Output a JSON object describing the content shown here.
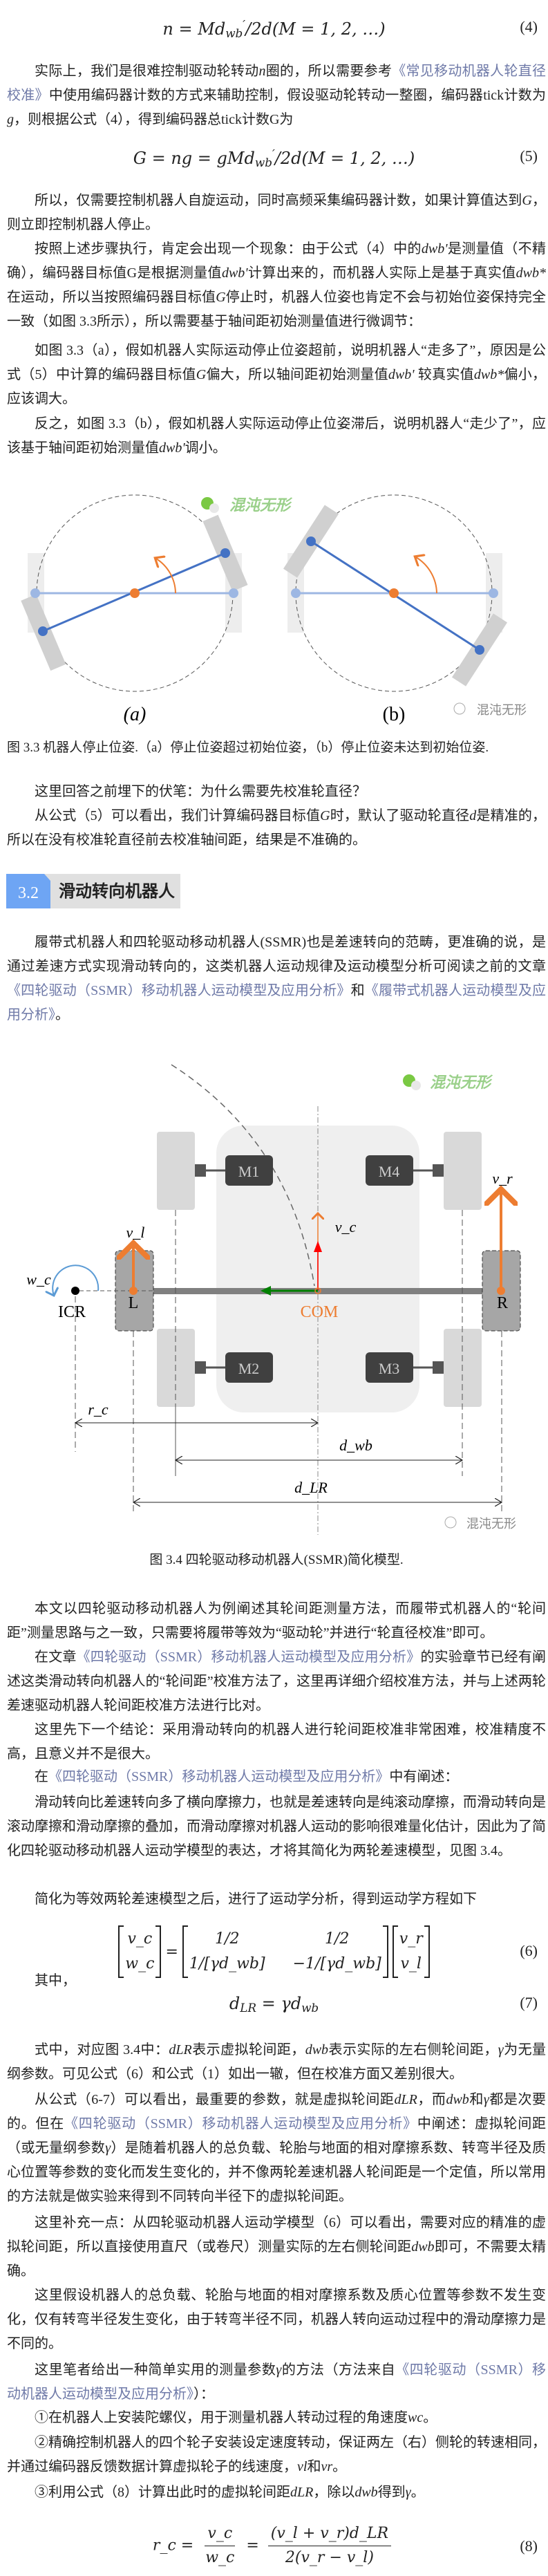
{
  "equations": {
    "eq4": {
      "expr": [
        [
          "n",
          "i"
        ],
        " = ",
        [
          "M",
          "i"
        ],
        [
          "d",
          "i"
        ],
        [
          "wb",
          "sub"
        ],
        [
          "′",
          "sup"
        ],
        "/2",
        [
          "d",
          "i"
        ],
        "(",
        [
          "M",
          "i"
        ],
        " = 1, 2, …)"
      ],
      "num": "(4)"
    },
    "eq5": {
      "expr": [
        [
          "G",
          "i"
        ],
        " = ",
        [
          "ng",
          "i"
        ],
        " = ",
        [
          "gM",
          "i"
        ],
        [
          "d",
          "i"
        ],
        [
          "wb",
          "sub"
        ],
        [
          "′",
          "sup"
        ],
        "/2",
        [
          "d",
          "i"
        ],
        "(",
        [
          "M",
          "i"
        ],
        " = 1, 2, …)"
      ],
      "num": "(5)"
    },
    "eq6": {
      "lhs": [
        "v_c",
        "w_c"
      ],
      "matrix": [
        "1/2",
        "1/2",
        "1/[γd_wb]",
        "−1/[γd_wb]"
      ],
      "rhs": [
        "v_r",
        "v_l"
      ],
      "equals": "=",
      "num": "(6)"
    },
    "eq7": {
      "expr": [
        [
          "d",
          "i"
        ],
        [
          "LR",
          "sub"
        ],
        " = ",
        [
          "γd",
          "i"
        ],
        [
          "wb",
          "sub"
        ]
      ],
      "num": "(7)"
    },
    "eq8": {
      "lhs": "r_c",
      "frac1_num": "v_c",
      "frac1_den": "w_c",
      "frac2_num": "(v_l + v_r)d_LR",
      "frac2_den": "2(v_r − v_l)",
      "equals": "=",
      "num": "(8)"
    }
  },
  "paragraphs": [
    [
      "实际上，我们是很难控制驱动轮转动",
      [
        "n",
        "i"
      ],
      "圈的，所以需要参考",
      [
        "《常见移动机器人轮直径校准》",
        "l"
      ],
      "中使用编码器计数的方式来辅助控制，假设驱动轮转动一整圈，编码器tick计数为",
      [
        "g",
        "i"
      ],
      "，则根据公式（4），得到编码器总tick计数G为"
    ],
    [
      "所以，仅需要控制机器人自旋运动，同时高频采集编码器计数，如果计算值达到",
      [
        "G",
        "i"
      ],
      "，则立即控制机器人停止。"
    ],
    [
      "按照上述步骤执行，肯定会出现一个现象：由于公式（4）中的",
      [
        "dwb'",
        "i"
      ],
      "是测量值（不精确），编码器目标值G是根据测量值",
      [
        "dwb'",
        "i"
      ],
      "计算出来的，而机器人实际上是基于真实值",
      [
        "dwb*",
        "i"
      ],
      "在运动，所以当按照编码器目标值",
      [
        "G",
        "i"
      ],
      "停止时，机器人位姿也肯定不会与初始位姿保持完全一致（如图 3.3所示），所以需要基于轴间距初始测量值进行微调节："
    ],
    [
      "如图 3.3（a），假如机器人实际运动停止位姿超前，说明机器人“走多了”，原因是公式（5）中计算的编码器目标值",
      [
        "G",
        "i"
      ],
      "偏大，所以轴间距初始测量值",
      [
        "dwb'",
        "i"
      ],
      " 较真实值",
      [
        "dwb*",
        "i"
      ],
      "偏小，应该调大。"
    ],
    [
      "反之，如图 3.3（b），假如机器人实际运动停止位姿滞后，说明机器人“走少了”，应该基于轴间距初始测量值",
      [
        "dwb'",
        "i"
      ],
      "调小。"
    ],
    [
      "这里回答之前埋下的伏笔：为什么需要先校准轮直径？"
    ],
    [
      "从公式（5）可以看出，我们计算编码器目标值",
      [
        "G",
        "i"
      ],
      "时，默认了驱动轮直径",
      [
        "d",
        "i"
      ],
      "是精准的，所以在没有校准轮直径前去校准轴间距，结果是不准确的。"
    ],
    [
      "履带式机器人和四轮驱动移动机器人(SSMR)也是差速转向的范畴，更准确的说，是通过差速方式实现滑动转向的，这类机器人运动规律及运动模型分析可阅读之前的文章",
      [
        "《四轮驱动（SSMR）移动机器人运动模型及应用分析》",
        "l"
      ],
      "和",
      [
        "《履带式机器人运动模型及应用分析》",
        "l"
      ],
      "。"
    ],
    [
      "本文以四轮驱动移动机器人为例阐述其轮间距测量方法，而履带式机器人的“轮间距”测量思路与之一致，只需要将履带等效为“驱动轮”并进行“轮直径校准”即可。"
    ],
    [
      "在文章",
      [
        "《四轮驱动（SSMR）移动机器人运动模型及应用分析》",
        "l"
      ],
      "的实验章节已经有阐述这类滑动转向机器人的“轮间距”校准方法了，这里再详细介绍校准方法，并与上述两轮差速驱动机器人轮间距校准方法进行比对。"
    ],
    [
      "这里先下一个结论：采用滑动转向的机器人进行轮间距校准非常困难，校准精度不高，且意义并不是很大。"
    ],
    [
      "在",
      [
        "《四轮驱动（SSMR）移动机器人运动模型及应用分析》",
        "l"
      ],
      "中有阐述："
    ],
    [
      "滑动转向比差速转向多了横向摩擦力，也就是差速转向是纯滚动摩擦，而滑动转向是滚动摩擦和滑动摩擦的叠加，而滑动摩擦对机器人运动的影响很难量化估计，因此为了简化四轮驱动移动机器人运动学模型的表达，才将其简化为两轮差速模型，见图 3.4。"
    ],
    [
      "简化为等效两轮差速模型之后，进行了运动学分析，得到运动学方程如下"
    ],
    [
      "其中，"
    ],
    [
      "式中，对应图 3.4中：",
      [
        "dLR",
        "i"
      ],
      "表示虚拟轮间距，",
      [
        "dwb",
        "i"
      ],
      "表示实际的左右侧轮间距，",
      [
        "γ",
        "i"
      ],
      "为无量纲参数。可见公式（6）和公式（1）如出一辙，但在校准方面又差别很大。"
    ],
    [
      "从公式（6-7）可以看出，最重要的参数，就是虚拟轮间距",
      [
        "dLR",
        "i"
      ],
      "，而",
      [
        "dwb",
        "i"
      ],
      "和",
      [
        "γ",
        "i"
      ],
      "都是次要的。但在",
      [
        "《四轮驱动（SSMR）移动机器人运动模型及应用分析》",
        "l"
      ],
      "中阐述：虚拟轮间距（或无量纲参数",
      [
        "γ",
        "i"
      ],
      "）是随着机器人的总负载、轮胎与地面的相对摩擦系数、转弯半径及质心位置等参数的变化而发生变化的，并不像两轮差速机器人轮间距是一个定值，所以常用的方法就是做实验来得到不同转向半径下的虚拟轮间距。"
    ],
    [
      "这里补充一点：从四轮驱动机器人运动学模型（6）可以看出，需要对应的精准的虚拟轮间距，所以直接使用直尺（或卷尺）测量实际的左右侧轮间距",
      [
        "dwb",
        "i"
      ],
      "即可，不需要太精确。"
    ],
    [
      "这里假设机器人的总负载、轮胎与地面的相对摩擦系数及质心位置等参数不发生变化，仅有转弯半径发生变化，由于转弯半径不同，机器人转向运动过程中的滑动摩擦力是不同的。"
    ],
    [
      "这里笔者给出一种简单实用的测量参数",
      [
        "γ",
        "i"
      ],
      "的方法（方法来自",
      [
        "《四轮驱动（SSMR）移动机器人运动模型及应用分析》",
        "l"
      ],
      "）："
    ],
    [
      "①在机器人上安装陀螺仪，用于测量机器人转动过程的角速度",
      [
        "wc",
        "i"
      ],
      "。"
    ],
    [
      "②精确控制机器人的四个轮子安装设定速度转动，保证两左（右）侧轮的转速相同，并通过编码器反馈数据计算虚拟轮子的线速度，",
      [
        "vl",
        "i"
      ],
      "和",
      [
        "vr",
        "i"
      ],
      "。"
    ],
    [
      "③利用公式（8）计算出此时的虚拟轮间距",
      [
        "dLR",
        "i"
      ],
      "，除以",
      [
        "dwb",
        "i"
      ],
      "得到",
      [
        "γ",
        "i"
      ],
      "。"
    ]
  ],
  "section": {
    "number": "3.2",
    "title": "滑动转向机器人"
  },
  "figure33": {
    "label_a": "(a)",
    "label_b": "(b)",
    "caption": "图 3.3 机器人停止位姿.（a）停止位姿超过初始位姿，（b）停止位姿未达到初始位姿."
  },
  "figure34": {
    "motors": [
      "M1",
      "M4",
      "M2",
      "M3"
    ],
    "left_wheel": "L",
    "right_wheel": "R",
    "icr": "ICR",
    "com": "COM",
    "vl": "v_l",
    "vr": "v_r",
    "vc": "v_c",
    "wc": "w_c",
    "rc": "r_c",
    "dwb": "d_wb",
    "dlr": "d_LR",
    "caption": "图 3.4 四轮驱动移动机器人(SSMR)简化模型."
  },
  "watermark": {
    "text": "混沌无形"
  },
  "colors": {
    "link": "#6f7aa8",
    "blue_line": "#4472c4",
    "orange": "#ed7d31",
    "heading_blue": "#6ea5f4",
    "watermark_green": "#7ac943"
  }
}
